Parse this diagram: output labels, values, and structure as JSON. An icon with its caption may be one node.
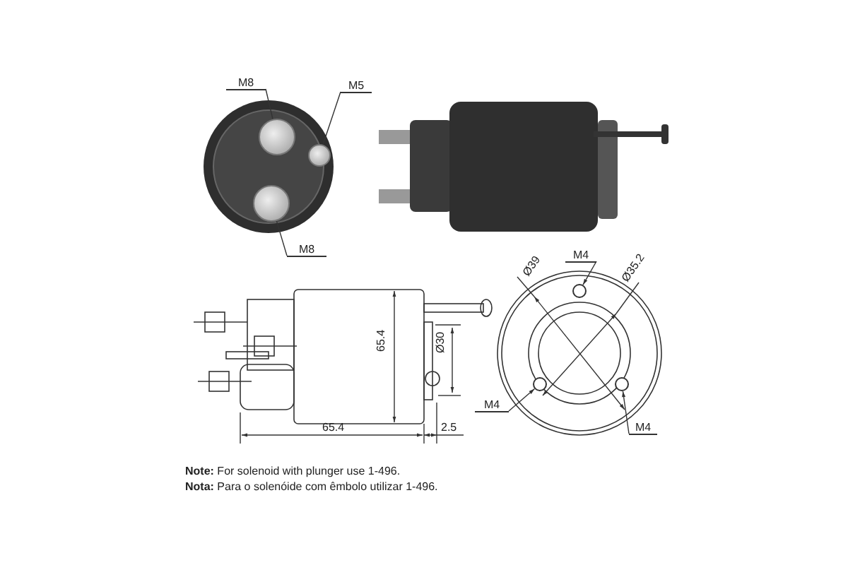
{
  "diagram": {
    "nodes": [
      {
        "text": [
          "M8"
        ]
      },
      {
        "text": [
          "M5"
        ]
      },
      {
        "text": [
          "M8"
        ]
      },
      {
        "text": [],
        "shape": "circle"
      },
      {
        "text": [],
        "shape": "circle"
      },
      {
        "text": [],
        "shape": "circle"
      },
      {
        "text": [
          "M4"
        ]
      },
      {
        "text": [
          "M4"
        ]
      },
      {
        "text": [
          "M4"
        ]
      },
      {
        "text": [],
        "shape": "circle"
      },
      {
        "text": [],
        "shape": "circle"
      },
      {
        "text": [],
        "shape": "circle"
      }
    ],
    "edges": [
      {
        "from": 0,
        "to": 3,
        "arrow": "none"
      },
      {
        "from": 1,
        "to": 4,
        "arrow": "none"
      },
      {
        "from": 2,
        "to": 5,
        "arrow": "none"
      },
      {
        "from": 6,
        "to": 9,
        "arrow": "to"
      },
      {
        "from": 7,
        "to": 10,
        "arrow": "to"
      },
      {
        "from": 8,
        "to": 11,
        "arrow": "to"
      }
    ],
    "labels": [
      "Ø39",
      "Ø35.2",
      "65.4",
      "Ø30",
      "65.4",
      "2.5",
      "**Note:** For solenoid with plunger use 1-496.",
      "**Nota:** Para o solenóide com êmbolo utilizar 1-496."
    ]
  }
}
